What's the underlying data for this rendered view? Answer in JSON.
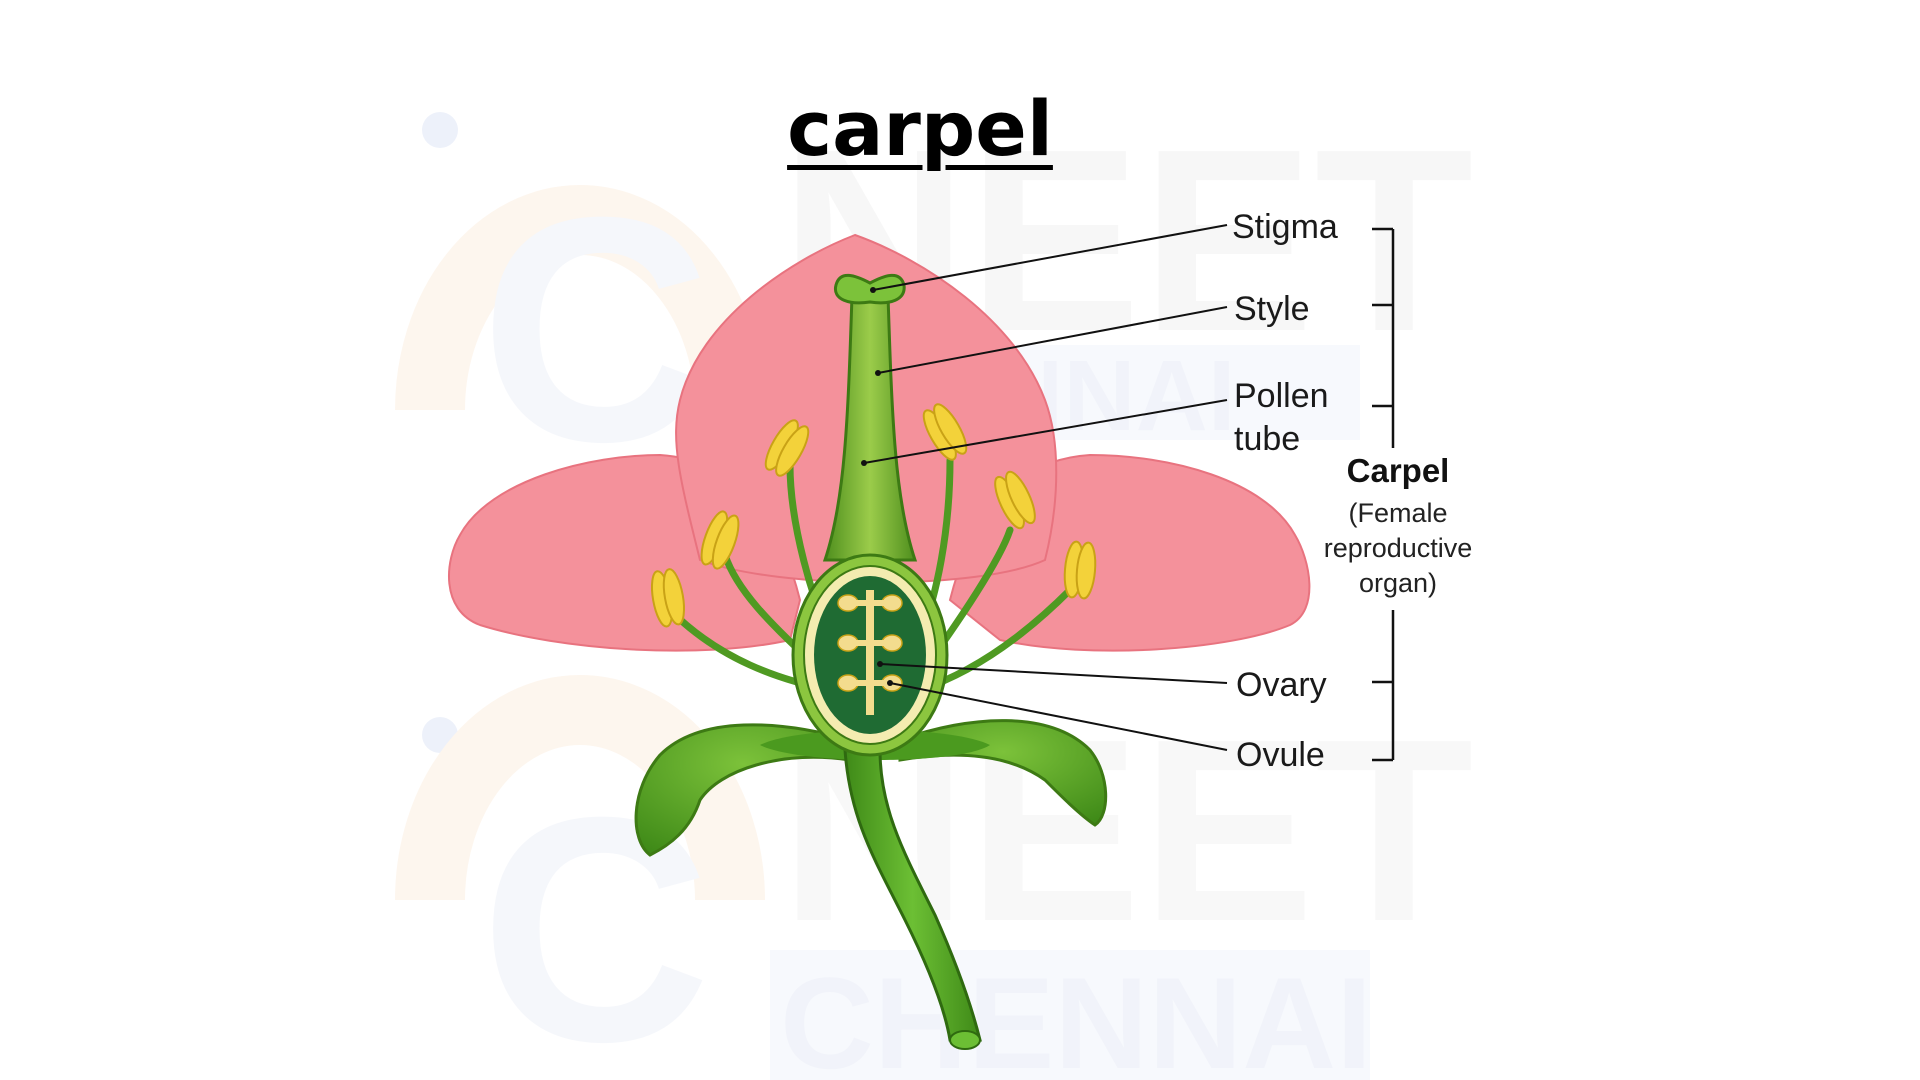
{
  "title": "carpel",
  "watermark": {
    "word_top": "NEET",
    "word_bottom": "CHENNAI"
  },
  "labels": {
    "stigma": "Stigma",
    "style": "Style",
    "pollen_tube_line1": "Pollen",
    "pollen_tube_line2": "tube",
    "ovary": "Ovary",
    "ovule": "Ovule"
  },
  "group": {
    "name": "Carpel",
    "desc_line1": "(Female",
    "desc_line2": "reproductive",
    "desc_line3": "organ)"
  },
  "colors": {
    "petal": "#f4919b",
    "petal_edge": "#e8737f",
    "stem": "#5fa52a",
    "stem_dark": "#3d7a14",
    "ovary": "#1f6b33",
    "anther": "#f3d23a",
    "ovule": "#f3dc8e"
  }
}
